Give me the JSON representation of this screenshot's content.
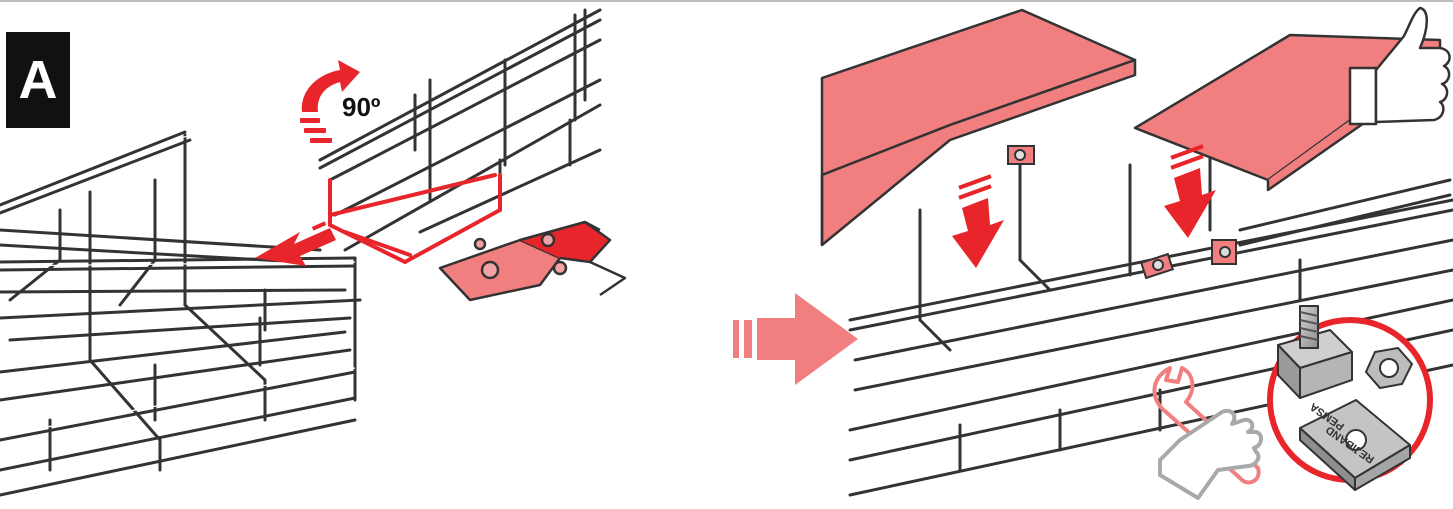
{
  "step": {
    "letter": "A"
  },
  "rotation": {
    "label": "90º"
  },
  "part_labels": {
    "clamp_brand": "REJIBAND",
    "clamp_maker": "PEMSA"
  },
  "colors": {
    "accent_red": "#e8252b",
    "cover_pink": "#f27f80",
    "highlight_pink": "#f4a3a4",
    "wire_outline": "#333333",
    "metal_gray": "#a9a9a9",
    "badge_black": "#111111"
  },
  "icons": [
    "rotate-arrow-icon",
    "push-arrow-icon",
    "next-step-arrow-icon",
    "down-arrow-icon",
    "thumbs-up-icon",
    "wrench-icon",
    "bolt-cutter-icon"
  ]
}
